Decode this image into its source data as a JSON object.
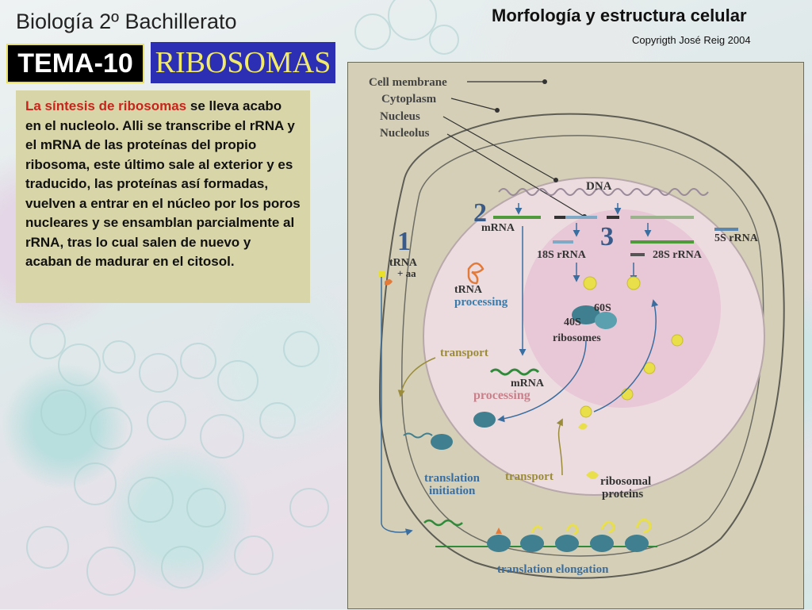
{
  "header": {
    "subject": "Biología 2º Bachillerato",
    "topic": "Morfología y estructura celular",
    "copyright": "Copyrigth José Reig 2004"
  },
  "tema": {
    "number": "TEMA-10",
    "title": "RIBOSOMAS"
  },
  "description": {
    "highlight": "La síntesis de ribosomas",
    "rest": " se lleva acabo en el nucleolo. Alli se transcribe el rRNA y el mRNA de las proteínas del propio ribosoma, este último sale al exterior y es traducido, las proteínas así formadas, vuelven a entrar en el núcleo por los poros nucleares y se ensamblan parcialmente al rRNA, tras lo cual salen de nuevo y acaban de madurar en el citosol."
  },
  "diagram": {
    "labels": {
      "cell_membrane": "Cell membrane",
      "cytoplasm": "Cytoplasm",
      "nucleus": "Nucleus",
      "nucleolus": "Nucleolus",
      "dna": "DNA",
      "step1": "1",
      "step2": "2",
      "step3": "3",
      "mrna": "mRNA",
      "s5_rrna": "5S rRNA",
      "s18_rrna": "18S rRNA",
      "s28_rrna": "28S rRNA",
      "trna": "tRNA",
      "plus_aa": "+ aa",
      "trna_processing_1": "tRNA",
      "trna_processing_2": "processing",
      "s60": "60S",
      "s40": "40S",
      "ribosomes": "ribosomes",
      "transport_top": "transport",
      "mrna_processing_1": "mRNA",
      "mrna_processing_2": "processing",
      "translation_initiation_1": "translation",
      "translation_initiation_2": "initiation",
      "transport_bottom": "transport",
      "ribosomal_proteins_1": "ribosomal",
      "ribosomal_proteins_2": "proteins",
      "translation_elongation": "translation elongation"
    }
  }
}
